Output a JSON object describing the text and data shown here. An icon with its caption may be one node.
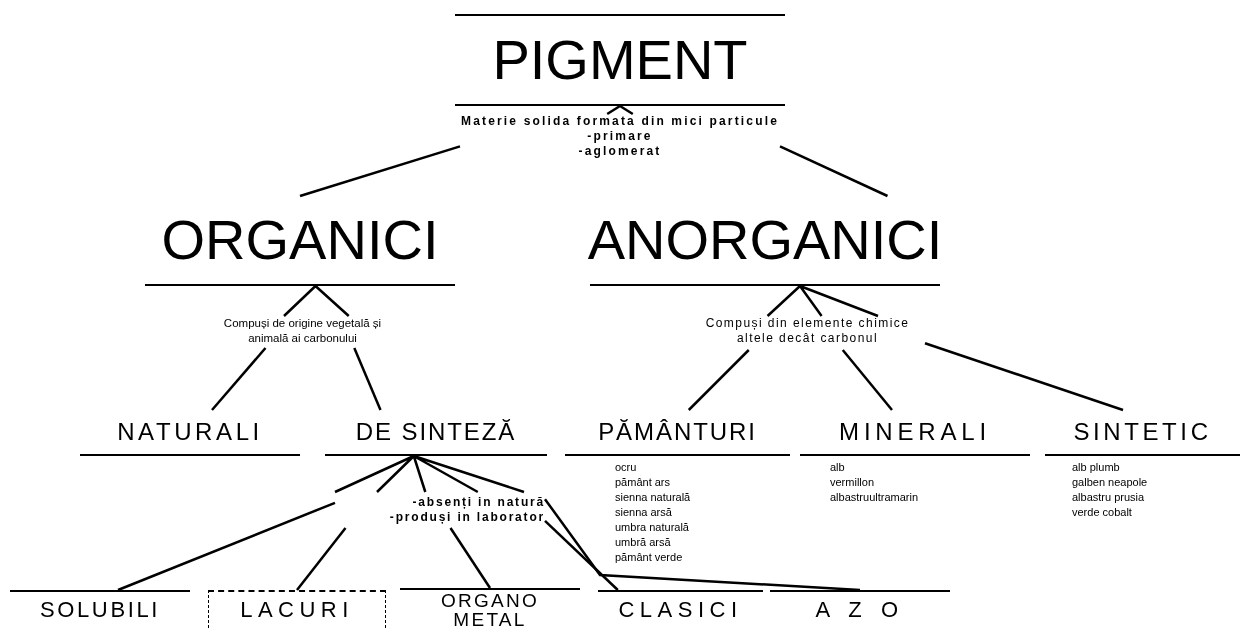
{
  "diagram": {
    "nodes": [
      {
        "text": [
          "PIGMENT"
        ]
      },
      {
        "text": [
          "Materie solida formata din mici particule",
          "-primare",
          "-aglomerat"
        ]
      },
      {
        "text": [
          "ORGANICI"
        ]
      },
      {
        "text": [
          "ANORGANICI"
        ]
      },
      {
        "text": [
          "Compuși de origine vegetală și animală ai carbonului"
        ]
      },
      {
        "text": [
          "Compuși din elemente chimice altele decât carbonul"
        ]
      },
      {
        "text": [
          "NATURALI"
        ]
      },
      {
        "text": [
          "DE SINTEZĂ"
        ]
      },
      {
        "text": [
          "PĂMÂNTURI"
        ],
        "beside": [
          "ocru",
          "pământ ars",
          "sienna naturală",
          "sienna arsă",
          "umbra naturală",
          "umbră arsă",
          "pământ verde"
        ]
      },
      {
        "text": [
          "MINERALI"
        ],
        "beside": [
          "alb",
          "vermillon",
          "albastruultramarin"
        ]
      },
      {
        "text": [
          "SINTETIC"
        ],
        "beside": [
          "alb plumb",
          "galben neapole",
          "albastru prusia",
          "verde cobalt"
        ]
      },
      {
        "text": [
          "-absenți in natură",
          "-produși in laborator"
        ]
      },
      {
        "text": [
          "SOLUBILI"
        ]
      },
      {
        "text": [
          "LACURI"
        ]
      },
      {
        "text": [
          "ORGANO METAL"
        ]
      },
      {
        "text": [
          "CLASICI"
        ]
      },
      {
        "text": [
          "A Z O"
        ]
      }
    ],
    "edges": [
      {
        "from": 0,
        "to": 1,
        "arrow": "none"
      },
      {
        "from": 1,
        "to": 2,
        "arrow": "none"
      },
      {
        "from": 1,
        "to": 3,
        "arrow": "none"
      },
      {
        "from": 2,
        "to": 4,
        "arrow": "none"
      },
      {
        "from": 4,
        "to": 6,
        "arrow": "none"
      },
      {
        "from": 4,
        "to": 7,
        "arrow": "none"
      },
      {
        "from": 3,
        "to": 5,
        "arrow": "none"
      },
      {
        "from": 5,
        "to": 8,
        "arrow": "none"
      },
      {
        "from": 5,
        "to": 9,
        "arrow": "none"
      },
      {
        "from": 5,
        "to": 10,
        "arrow": "none"
      },
      {
        "from": 7,
        "to": 11,
        "arrow": "none"
      },
      {
        "from": 11,
        "to": 12,
        "arrow": "none"
      },
      {
        "from": 11,
        "to": 13,
        "arrow": "none"
      },
      {
        "from": 11,
        "to": 14,
        "arrow": "none"
      },
      {
        "from": 11,
        "to": 15,
        "arrow": "none"
      },
      {
        "from": 11,
        "to": 16,
        "arrow": "none"
      }
    ]
  }
}
